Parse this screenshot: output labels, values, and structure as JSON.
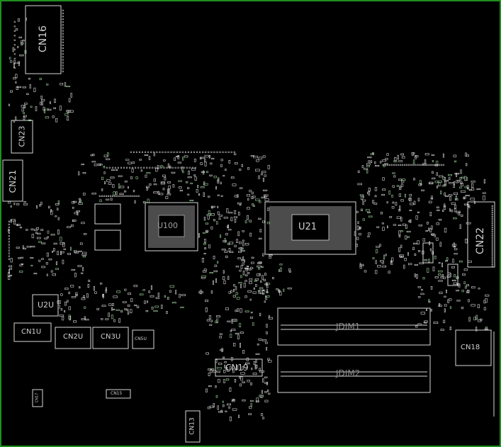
{
  "viewer": {
    "frame_color": "#1f8f1f",
    "outline_color": "#d8d8d8",
    "ic_fill": "#8a8a8a",
    "background": "#000000"
  },
  "components": {
    "cn16": "CN16",
    "cn23": "CN23",
    "cn21": "CN21",
    "u21": "U21",
    "u100": "U100",
    "cn22": "CN22",
    "u2u": "U2U",
    "cn1u": "CN1U",
    "cn2u": "CN2U",
    "cn3u": "CN3U",
    "cn5u": "CN5U",
    "cn19": "CN19",
    "jdim1": "JDIM1",
    "jdim2": "JDIM2",
    "cn18": "CN18",
    "cn13": "CN13",
    "cn17": "CN17",
    "cn15": "CN15"
  }
}
